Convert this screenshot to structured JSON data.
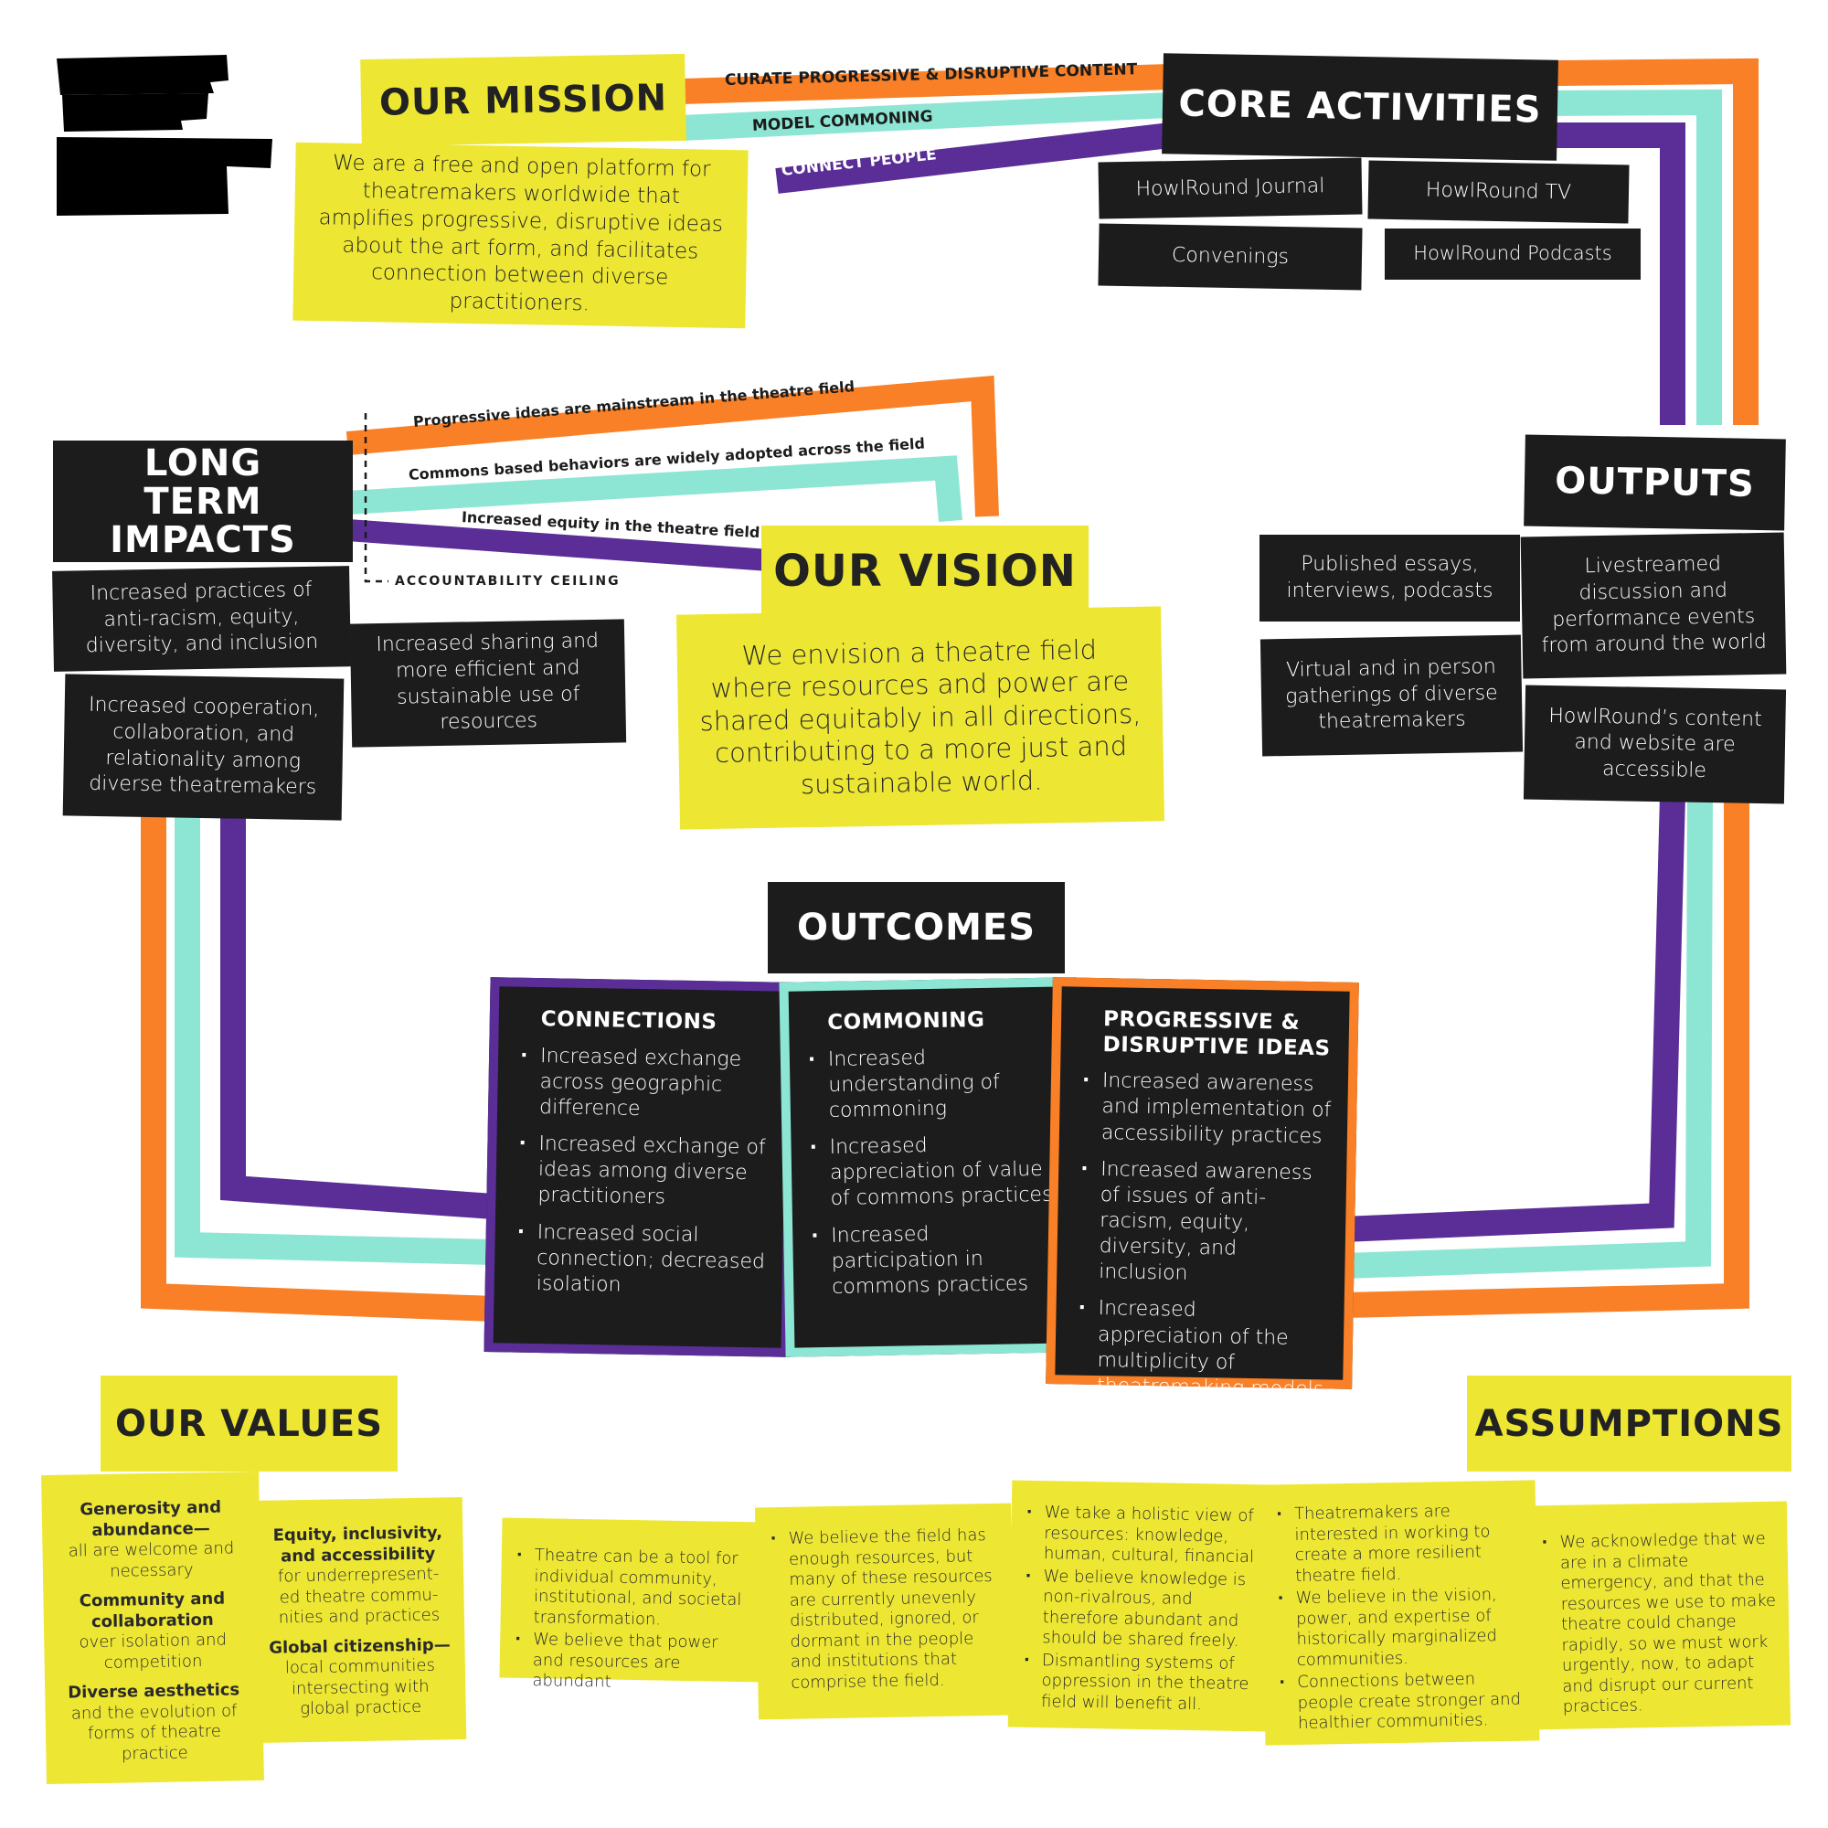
{
  "colors": {
    "orange": "#f98026",
    "teal": "#8de6d3",
    "purple": "#5a2e96",
    "yellow": "#ede733",
    "black": "#1c1c1c"
  },
  "logo": {
    "icon": "howlround-logo-icon"
  },
  "mission": {
    "title": "OUR MISSION",
    "text": "We are a free and open platform for theatremakers worldwide that amplifies progressive, disruptive ideas about the art form, and facilitates connection between diverse practitioners."
  },
  "ribbons": {
    "curate": "CURATE PROGRESSIVE & DISRUPTIVE CONTENT",
    "model": "MODEL COMMONING",
    "connect": "CONNECT PEOPLE"
  },
  "core": {
    "title": "CORE ACTIVITIES",
    "items": [
      "HowlRound Journal",
      "HowlRound TV",
      "Convenings",
      "HowlRound Podcasts"
    ]
  },
  "impact_ribbons": {
    "progressive": "Progressive ideas are mainstream in the theatre field",
    "commons": "Commons based behaviors are widely adopted across the field",
    "equity": "Increased equity in the theatre field",
    "ceiling": "ACCOUNTABILITY CEILING"
  },
  "long_term": {
    "title": "LONG TERM IMPACTS",
    "items": [
      "Increased practices of anti-racism, equity, diversity, and inclusion",
      "Increased sharing and more efficient and sustainable use of resources",
      "Increased cooperation, collaboration, and relationality among diverse theatremakers"
    ]
  },
  "vision": {
    "title": "OUR VISION",
    "text": "We envision a theatre field where resources and power are shared equitably in all directions, contributing to a more just and sustainable world."
  },
  "outputs": {
    "title": "OUTPUTS",
    "items": [
      "Published essays, interviews, podcasts",
      "Livestreamed discussion and performance events from around the world",
      "Virtual and in person gatherings of diverse theatremakers",
      "HowlRound’s content and website are accessible"
    ]
  },
  "outcomes": {
    "title": "OUTCOMES",
    "connections": {
      "title": "CONNECTIONS",
      "items": [
        "Increased exchange across geographic difference",
        "Increased exchange of ideas among diverse practitioners",
        "Increased social connection; decreased isolation"
      ]
    },
    "commoning": {
      "title": "COMMONING",
      "items": [
        "Increased understanding of commoning",
        "Increased appreciation of value of commons practices",
        "Increased participation in commons practices"
      ]
    },
    "progressive": {
      "title": "PROGRESSIVE & DISRUPTIVE IDEAS",
      "items": [
        "Increased awareness and implementation of accessibility practices",
        "Increased awareness of issues of anti-racism, equity, diversity, and inclusion",
        "Increased appreciation of the multiplicity of theatremaking models and aesthetics"
      ]
    }
  },
  "values": {
    "title": "OUR VALUES",
    "left": [
      {
        "head": "Generosity and abundance—",
        "text": "all are welcome and necessary"
      },
      {
        "head": "Community and collaboration",
        "text": "over isolation and competition"
      },
      {
        "head": "Diverse aesthetics",
        "text": "and the evolution of forms of theatre practice"
      }
    ],
    "right": [
      {
        "head": "Equity, inclusivity, and accessibility",
        "text": "for underrepresent- ed theatre commu- nities and practices"
      },
      {
        "head": "Global citizenship—",
        "text": "local communities intersecting with global practice"
      }
    ]
  },
  "assumptions": {
    "title": "ASSUMPTIONS",
    "notes": [
      [
        "Theatre can be a tool for individual community, institutional, and societal transformation.",
        "We believe that power and resources are abundant"
      ],
      [
        "We believe the field has enough resources, but many of these resources are currently unevenly distributed, ignored, or dormant in the people and institutions that comprise the field."
      ],
      [
        "We take a holistic view of resources: knowledge, human, cultural, financial",
        "We believe knowledge is non-rivalrous, and therefore abundant and should be shared freely.",
        "Dismantling systems of oppression in the theatre field will benefit all."
      ],
      [
        "Theatremakers are interested in working to create a more resilient theatre field.",
        "We believe in the vision, power, and expertise of historically marginalized communities.",
        "Connections between people create stronger and healthier communities."
      ],
      [
        "We acknowledge that we are in a climate emergency, and that the resources we use to make theatre could change rapidly, so we must work urgently, now, to adapt and disrupt our current practices."
      ]
    ]
  }
}
